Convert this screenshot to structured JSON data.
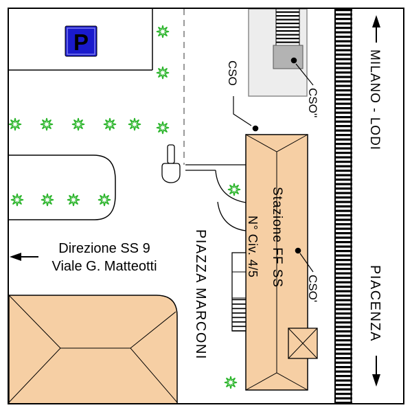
{
  "colors": {
    "building_fill": "#f6cfa4",
    "tree_green": "#2cb52c",
    "parking_blue": "#1a1acc",
    "platform_gray": "#b3b3b3",
    "upper_building_fill": "#ededed",
    "upper_building_outline": "#8c8c8c",
    "boundary_dash_gray": "#999999"
  },
  "parking": {
    "sign": "P"
  },
  "streets": {
    "direction_line1": "Direzione SS 9",
    "direction_line2": "Viale G. Matteotti",
    "piazza": "PIAZZA MARCONI"
  },
  "station": {
    "name": "Stazione FF SS",
    "civic_number": "N° Civ. 4/5"
  },
  "markers": {
    "cso": "CSO",
    "cso_prime": "CSO'",
    "cso_double_prime": "CSO''"
  },
  "railway": {
    "north": "MILANO - LODI",
    "south": "PIACENZA"
  }
}
